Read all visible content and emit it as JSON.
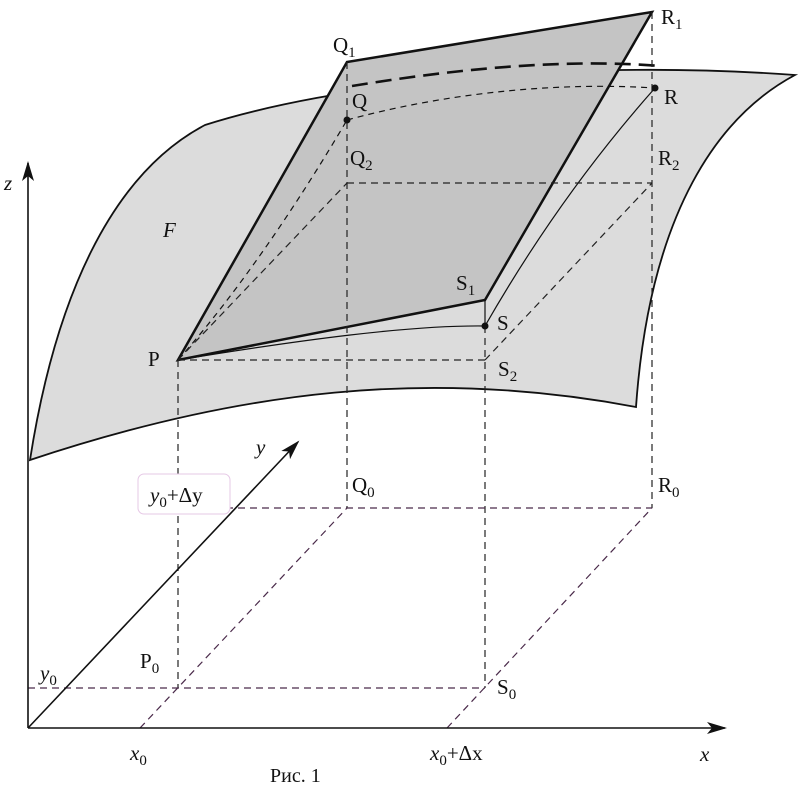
{
  "diagram": {
    "surface_label": "F",
    "points": {
      "P": "P",
      "Q": "Q",
      "R": "R",
      "S": "S",
      "Q1": "Q",
      "Q1_sub": "1",
      "R1": "R",
      "R1_sub": "1",
      "S1": "S",
      "S1_sub": "1",
      "Q2": "Q",
      "Q2_sub": "2",
      "R2": "R",
      "R2_sub": "2",
      "S2": "S",
      "S2_sub": "2",
      "P0": "P",
      "P0_sub": "0",
      "Q0": "Q",
      "Q0_sub": "0",
      "R0": "R",
      "R0_sub": "0",
      "S0": "S",
      "S0_sub": "0"
    },
    "axes": {
      "x": "x",
      "y": "y",
      "z": "z",
      "x0": "x",
      "x0_sub": "0",
      "x0_dx": "x",
      "x0_dx_sub": "0",
      "x0_dx_tail": "+Δx",
      "y0": "y",
      "y0_sub": "0",
      "y0_dy": "y",
      "y0_dy_sub": "0",
      "y0_dy_tail": "+Δy"
    },
    "caption": "Рис. 1",
    "colors": {
      "surface": "#dcdcdc",
      "tangent_plane": "#c4c4c4",
      "lines": "#111111",
      "base_dashes": "#4a2a4a"
    }
  }
}
